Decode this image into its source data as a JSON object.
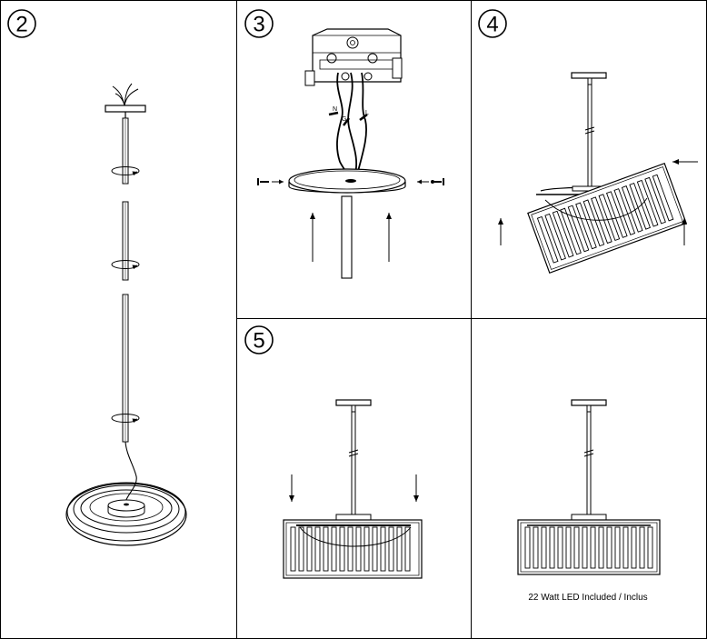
{
  "steps": [
    {
      "number": "2"
    },
    {
      "number": "3"
    },
    {
      "number": "4"
    },
    {
      "number": "5"
    }
  ],
  "wire_labels": {
    "neutral": "N",
    "ground": "G",
    "live": "L"
  },
  "caption": "22 Watt LED Included / Inclus"
}
